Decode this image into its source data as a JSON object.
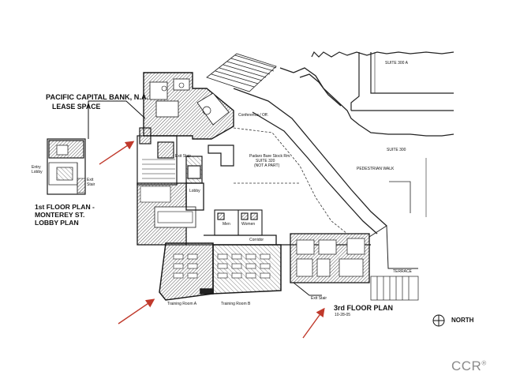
{
  "plan": {
    "tenant_title": "PACIFIC CAPITAL BANK, N.A.",
    "tenant_subtitle": "LEASE SPACE",
    "first_floor_title": "1st FLOOR PLAN -",
    "first_floor_subtitle_1": "MONTEREY ST.",
    "first_floor_subtitle_2": "LOBBY PLAN",
    "entry_label": "Entry",
    "lobby_small_label": "Lobby",
    "exit_small_label": "Exit",
    "stair_small_label": "Stair",
    "third_floor_title": "3rd FLOOR PLAN",
    "third_floor_date": "10-28-05",
    "north_label": "NORTH",
    "suite_300a": "SUITE 300 A",
    "suite_300": "SUITE 300",
    "pedestrian_walk": "PEDESTRIAN WALK",
    "terrace": "TERRACE",
    "conference": "Conference / Off.",
    "lobby": "Lobby",
    "corridor": "Corridor",
    "exit_stair": "Exit Stair",
    "exit_stair_2": "Exit Stair",
    "training_a": "Training Room A",
    "training_b": "Training Room B",
    "suite_center_1": "Padaro Bare Stock Rm.",
    "suite_center_2": "SUITE 320",
    "suite_center_3": "(NOT A PART)",
    "men": "Men",
    "women": "Women",
    "brand": "CCR"
  },
  "colors": {
    "line": "#1a1a1a",
    "hatch": "#555555",
    "arrow": "#c0392b",
    "brand": "#8a8a8a"
  }
}
